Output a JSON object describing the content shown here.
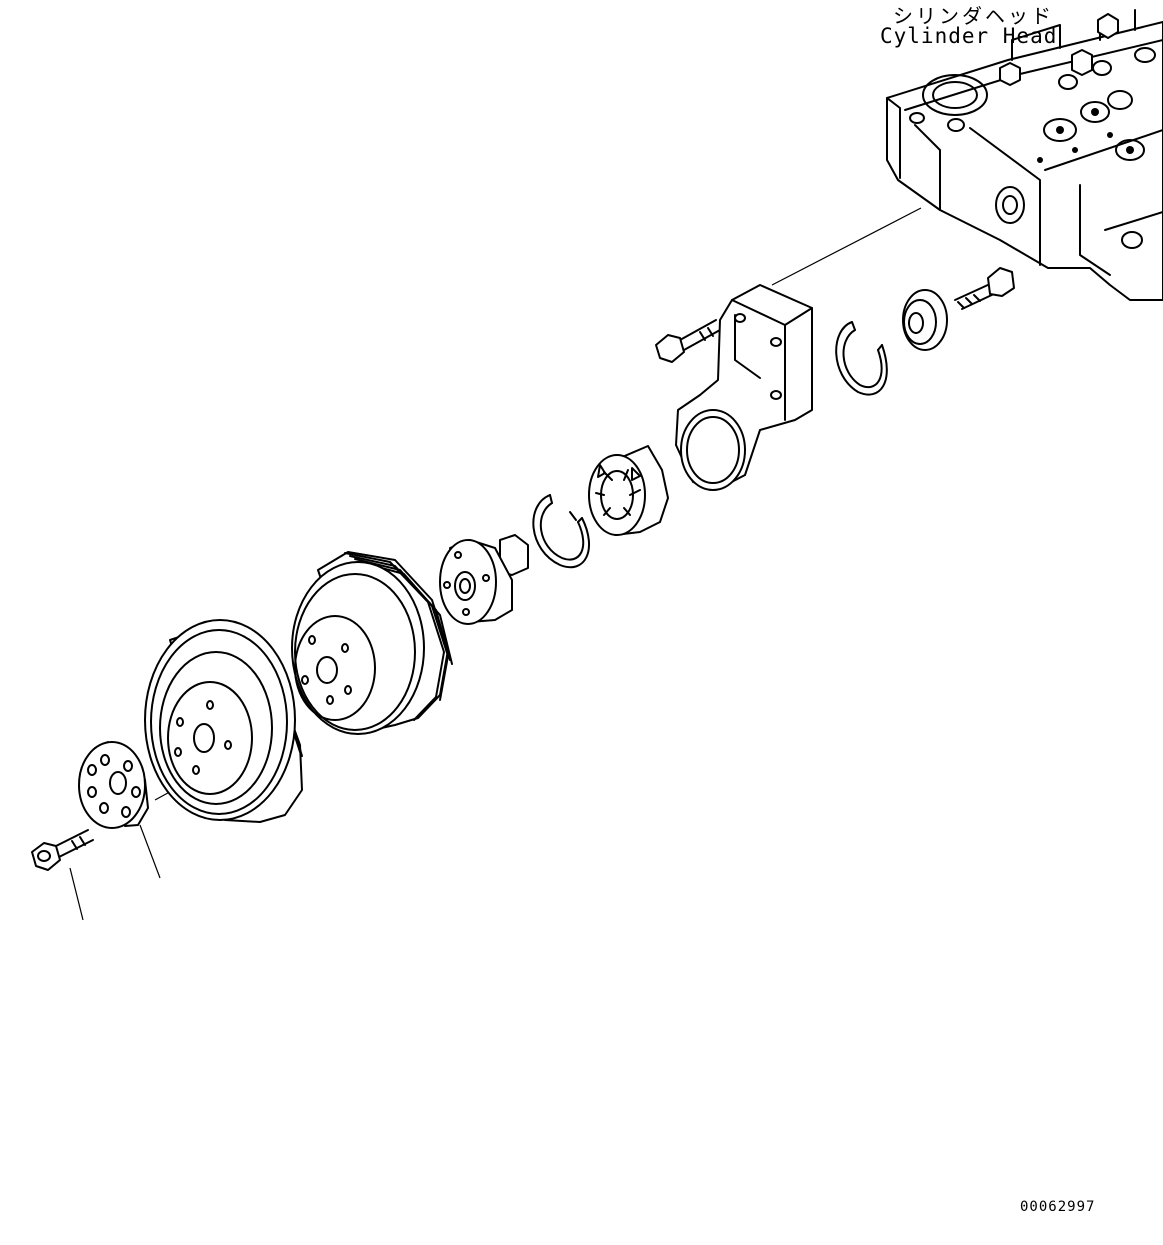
{
  "labels": {
    "cylinder_head_ja": "シリンダヘッド",
    "cylinder_head_en": "Cylinder Head",
    "figure_number": "00062997"
  },
  "colors": {
    "line": "#000000",
    "background": "#ffffff"
  },
  "parts": [
    "cylinder-head",
    "bracket",
    "bolt",
    "snap-ring",
    "cap",
    "bearing",
    "shaft-hub",
    "pulley",
    "crank-pulley",
    "spacer-plate"
  ]
}
